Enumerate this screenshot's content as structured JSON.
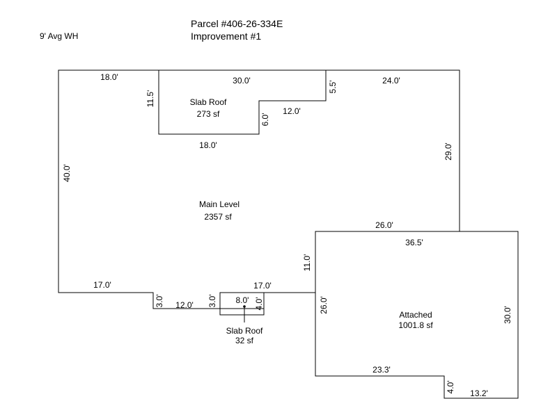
{
  "header": {
    "parcel": "Parcel #406-26-334E",
    "improvement": "Improvement #1",
    "wall_height": "9' Avg WH"
  },
  "areas": {
    "slab_roof_top": {
      "name": "Slab Roof",
      "size": "273 sf"
    },
    "main_level": {
      "name": "Main Level",
      "size": "2357 sf"
    },
    "attached": {
      "name": "Attached",
      "size": "1001.8 sf"
    },
    "slab_roof_small": {
      "name": "Slab Roof",
      "size": "32 sf"
    }
  },
  "dimensions": {
    "main_top_left": "18.0'",
    "main_right": "29.0'",
    "main_left": "40.0'",
    "main_bottom_left": "17.0'",
    "step_left": "3.0'",
    "step_bottom": "12.0'",
    "step_right": "3.0'",
    "main_bottom_right": "17.0'",
    "main_right_bottom": "11.0'",
    "main_top_right": "24.0'",
    "slab_top": "30.0'",
    "slab_left": "11.5'",
    "slab_right_upper": "5.5'",
    "slab_step": "12.0'",
    "slab_right_lower": "6.0'",
    "slab_bottom": "18.0'",
    "attached_overlap_top": "26.0'",
    "attached_top": "36.5'",
    "attached_left": "26.0'",
    "attached_right": "30.0'",
    "attached_bottom": "23.3'",
    "attached_notch": "4.0'",
    "attached_bottom_right": "13.2'",
    "small_slab_width": "8.0'",
    "small_slab_depth": "4.0'"
  }
}
